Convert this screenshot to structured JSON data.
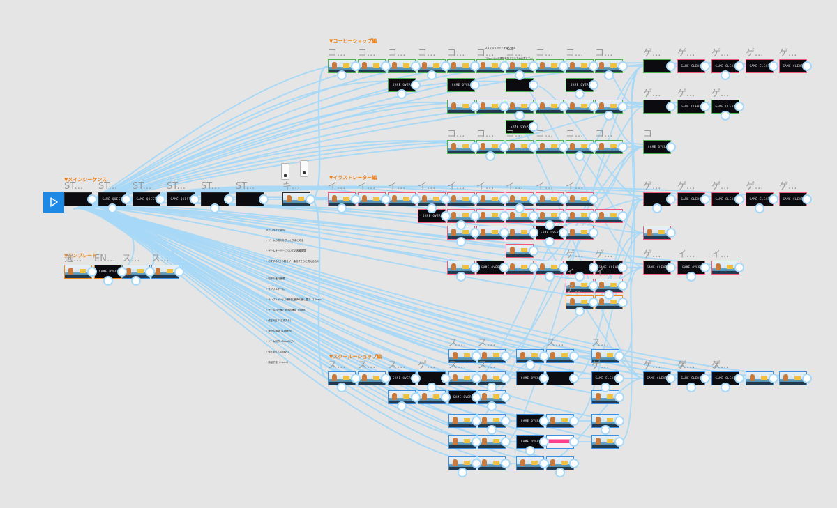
{
  "canvas": {
    "background": "#e5e5e5",
    "accent_wire": "#a7d8f7",
    "label_color": "#f07f10",
    "start_color": "#1e88e5"
  },
  "sections": {
    "coffee": "▼コーヒーショップ編",
    "illustrator": "▼イラストレーター編",
    "school": "▼スクールーショップ編",
    "main": "▼メインシーケンス",
    "template": "▼テンプレート"
  },
  "notes": {
    "top_right": [
      "2コマのスライドを繰り返す",
      "ストーリーの選択を選ぶでまたやり直して～",
      "↓"
    ],
    "middle": [
      "メモ（当社で提供）",
      "・ゲームの流れをざっくりまとめる",
      "・ゲームオーバーについての各種調整",
      "・おすすめ2分の動きが一番良さそうに見えるもの",
      "",
      "・制作の進行管理",
      "・サンプルゲーム",
      "・サンプルゲームの素材と音声の差し替え（10days）",
      "・ゲームの仕様と動きの確認（Fable）",
      "・修正3回（1日あたり）",
      "・最終の調整（10days）",
      "・ゲーム制作（Rosaなど）",
      "・修正3回（10days）",
      "・納品予定（march）"
    ]
  },
  "start": {
    "icon": "play-icon"
  },
  "frames": [
    {
      "title": "ST...",
      "style": "dark",
      "border": "none",
      "go": ""
    },
    {
      "title": "ST...",
      "style": "dark",
      "border": "none",
      "go": "GAME QUEST"
    },
    {
      "title": "ST...",
      "style": "dark",
      "border": "none",
      "go": "GAME QUEST"
    },
    {
      "title": "ST...",
      "style": "dark",
      "border": "none",
      "go": "GAME QUEST"
    },
    {
      "title": "ST...",
      "style": "dark",
      "border": "none",
      "go": ""
    },
    {
      "title": "ST...",
      "style": "dark",
      "border": "none",
      "go": ""
    },
    {
      "title": "キ...",
      "style": "scene",
      "border": "none",
      "go": ""
    },
    {
      "title": "コ...",
      "style": "scene",
      "border": "green",
      "go": ""
    },
    {
      "title": "コ...",
      "style": "scene",
      "border": "green",
      "go": ""
    },
    {
      "title": "コ...",
      "style": "scene",
      "border": "green",
      "go": ""
    },
    {
      "title": "コ...",
      "style": "scene",
      "border": "green",
      "go": ""
    },
    {
      "title": "コ...",
      "style": "scene",
      "border": "green",
      "go": ""
    },
    {
      "title": "コ...",
      "style": "scene",
      "border": "green",
      "go": ""
    },
    {
      "title": "コ...",
      "style": "scene",
      "border": "green",
      "go": ""
    },
    {
      "title": "コ...",
      "style": "scene",
      "border": "green",
      "go": ""
    },
    {
      "title": "コ...",
      "style": "scene",
      "border": "green",
      "go": ""
    },
    {
      "title": "コ...",
      "style": "scene",
      "border": "green",
      "go": ""
    },
    {
      "title": "ゲ...",
      "style": "dark",
      "border": "green",
      "go": ""
    },
    {
      "title": "ゲ...",
      "style": "dark",
      "border": "pink",
      "go": "GAME CLEAR"
    },
    {
      "title": "ゲ...",
      "style": "dark",
      "border": "pink",
      "go": "GAME CLEAR"
    },
    {
      "title": "ゲ...",
      "style": "dark",
      "border": "pink",
      "go": "GAME CLEAR"
    },
    {
      "title": "ゲ...",
      "style": "dark",
      "border": "pink",
      "go": "GAME CLEAR"
    },
    {
      "title": "",
      "style": "dark",
      "border": "green",
      "go": "GAME OVER"
    },
    {
      "title": "",
      "style": "dark",
      "border": "green",
      "go": "GAME OVER"
    },
    {
      "title": "",
      "style": "dark",
      "border": "green",
      "go": ""
    },
    {
      "title": "",
      "style": "dark",
      "border": "green",
      "go": "GAME OVER"
    },
    {
      "title": "",
      "style": "scene",
      "border": "green",
      "go": ""
    },
    {
      "title": "",
      "style": "scene",
      "border": "green",
      "go": ""
    },
    {
      "title": "",
      "style": "scene",
      "border": "green",
      "go": ""
    },
    {
      "title": "",
      "style": "scene",
      "border": "green",
      "go": ""
    },
    {
      "title": "",
      "style": "scene",
      "border": "green",
      "go": ""
    },
    {
      "title": "",
      "style": "scene",
      "border": "green",
      "go": ""
    },
    {
      "title": "ゲ...",
      "style": "dark",
      "border": "green",
      "go": ""
    },
    {
      "title": "ゲ...",
      "style": "dark",
      "border": "green",
      "go": "GAME CLEAR"
    },
    {
      "title": "ゲ...",
      "style": "dark",
      "border": "green",
      "go": "GAME CLEAR"
    },
    {
      "title": "",
      "style": "dark",
      "border": "green",
      "go": "GAME OVER"
    },
    {
      "title": "コ...",
      "style": "scene",
      "border": "green",
      "go": ""
    },
    {
      "title": "コ...",
      "style": "scene",
      "border": "green",
      "go": ""
    },
    {
      "title": "コ...",
      "style": "scene",
      "border": "green",
      "go": ""
    },
    {
      "title": "コ...",
      "style": "scene",
      "border": "green",
      "go": ""
    },
    {
      "title": "コ...",
      "style": "scene",
      "border": "green",
      "go": ""
    },
    {
      "title": "コ...",
      "style": "scene",
      "border": "green",
      "go": ""
    },
    {
      "title": "コ",
      "style": "dark",
      "border": "green",
      "go": "GAME OVER"
    },
    {
      "title": "イ...",
      "style": "scene",
      "border": "pink",
      "go": ""
    },
    {
      "title": "イ...",
      "style": "scene",
      "border": "pink",
      "go": ""
    },
    {
      "title": "イ...",
      "style": "scene",
      "border": "pink",
      "go": ""
    },
    {
      "title": "イ...",
      "style": "scene",
      "border": "pink",
      "go": ""
    },
    {
      "title": "イ...",
      "style": "scene",
      "border": "pink",
      "go": ""
    },
    {
      "title": "イ...",
      "style": "scene",
      "border": "pink",
      "go": ""
    },
    {
      "title": "イ...",
      "style": "scene",
      "border": "pink",
      "go": ""
    },
    {
      "title": "イ...",
      "style": "scene",
      "border": "pink",
      "go": ""
    },
    {
      "title": "イ...",
      "style": "scene",
      "border": "pink",
      "go": ""
    },
    {
      "title": "ゲ...",
      "style": "dark",
      "border": "pink",
      "go": ""
    },
    {
      "title": "ゲ...",
      "style": "dark",
      "border": "pink",
      "go": "GAME CLEAR"
    },
    {
      "title": "ゲ...",
      "style": "dark",
      "border": "pink",
      "go": "GAME CLEAR"
    },
    {
      "title": "ゲ...",
      "style": "dark",
      "border": "pink",
      "go": "GAME CLEAR"
    },
    {
      "title": "ゲ...",
      "style": "dark",
      "border": "pink",
      "go": "GAME CLEAR"
    },
    {
      "title": "",
      "style": "dark",
      "border": "pink",
      "go": "GAME OVER"
    },
    {
      "title": "",
      "style": "scene",
      "border": "pink",
      "go": ""
    },
    {
      "title": "",
      "style": "scene",
      "border": "pink",
      "go": ""
    },
    {
      "title": "",
      "style": "scene",
      "border": "pink",
      "go": ""
    },
    {
      "title": "",
      "style": "scene",
      "border": "pink",
      "go": ""
    },
    {
      "title": "",
      "style": "scene",
      "border": "pink",
      "go": ""
    },
    {
      "title": "",
      "style": "scene",
      "border": "pink",
      "go": ""
    },
    {
      "title": "",
      "style": "scene",
      "border": "pink",
      "go": ""
    },
    {
      "title": "",
      "style": "scene",
      "border": "pink",
      "go": ""
    },
    {
      "title": "",
      "style": "scene",
      "border": "pink",
      "go": ""
    },
    {
      "title": "",
      "style": "dark",
      "border": "pink",
      "go": "GAME OVER"
    },
    {
      "title": "",
      "style": "scene",
      "border": "pink",
      "go": ""
    },
    {
      "title": "",
      "style": "scene",
      "border": "pink",
      "go": ""
    },
    {
      "title": "",
      "style": "scene",
      "border": "pink",
      "go": ""
    },
    {
      "title": "",
      "style": "dark",
      "border": "pink",
      "go": "GAME OVER"
    },
    {
      "title": "",
      "style": "scene",
      "border": "pink",
      "go": ""
    },
    {
      "title": "",
      "style": "scene",
      "border": "pink",
      "go": ""
    },
    {
      "title": "",
      "style": "scene",
      "border": "pink",
      "go": ""
    },
    {
      "title": "",
      "style": "scene",
      "border": "pink",
      "go": ""
    },
    {
      "title": "ゲ...",
      "style": "dark",
      "border": "pink",
      "go": ""
    },
    {
      "title": "ゲ...",
      "style": "dark",
      "border": "pink",
      "go": "GAME CLEAR"
    },
    {
      "title": "ゲ...",
      "style": "dark",
      "border": "pink",
      "go": "GAME CLEAR"
    },
    {
      "title": "イ...",
      "style": "dark",
      "border": "pink",
      "go": "GAME OVER"
    },
    {
      "title": "イ...",
      "style": "scene",
      "border": "pink",
      "go": ""
    },
    {
      "title": "イ...",
      "style": "scene",
      "border": "pink",
      "go": ""
    },
    {
      "title": "イ...",
      "style": "scene",
      "border": "pink",
      "go": ""
    },
    {
      "title": "",
      "style": "scene",
      "border": "pink",
      "go": ""
    },
    {
      "title": "",
      "style": "scene",
      "border": "pink",
      "go": ""
    },
    {
      "title": "テ...",
      "style": "scene",
      "border": "orange",
      "go": ""
    },
    {
      "title": "",
      "style": "scene",
      "border": "orange",
      "go": ""
    },
    {
      "title": "選...",
      "style": "scene",
      "border": "orange",
      "go": ""
    },
    {
      "title": "EN...",
      "style": "dark",
      "border": "orange",
      "go": "GAME OVER"
    },
    {
      "title": "",
      "style": "scene",
      "border": "orange",
      "go": ""
    },
    {
      "title": "ス...",
      "style": "scene",
      "border": "blue",
      "go": ""
    },
    {
      "title": "ス...",
      "style": "scene",
      "border": "blue",
      "go": ""
    },
    {
      "title": "ス...",
      "style": "scene",
      "border": "blue",
      "go": ""
    },
    {
      "title": "ス...",
      "style": "scene",
      "border": "blue",
      "go": ""
    },
    {
      "title": "",
      "style": "scene",
      "border": "blue",
      "go": ""
    },
    {
      "title": "ス...",
      "style": "scene",
      "border": "blue",
      "go": ""
    },
    {
      "title": "ス...",
      "style": "scene",
      "border": "blue",
      "go": ""
    },
    {
      "title": "ス...",
      "style": "scene",
      "border": "blue",
      "go": ""
    },
    {
      "title": "ス...",
      "style": "scene",
      "border": "blue",
      "go": ""
    },
    {
      "title": "ス...",
      "style": "dark",
      "border": "blue",
      "go": "GAME OVER"
    },
    {
      "title": "ゲ...",
      "style": "dark",
      "border": "blue",
      "go": ""
    },
    {
      "title": "ゲ...",
      "style": "dark",
      "border": "blue",
      "go": "GAME CLEAR"
    },
    {
      "title": "ゲ...",
      "style": "dark",
      "border": "blue",
      "go": "GAME CLEAR"
    },
    {
      "title": "ス...",
      "style": "scene",
      "border": "blue",
      "go": ""
    },
    {
      "title": "ス...",
      "style": "scene",
      "border": "blue",
      "go": ""
    },
    {
      "title": "ス...",
      "style": "scene",
      "border": "blue",
      "go": ""
    },
    {
      "title": "ス...",
      "style": "scene",
      "border": "blue",
      "go": ""
    },
    {
      "title": "",
      "style": "dark",
      "border": "blue",
      "go": "GAME OVER"
    },
    {
      "title": "",
      "style": "dark",
      "border": "blue",
      "go": ""
    },
    {
      "title": "",
      "style": "dark",
      "border": "blue",
      "go": "GAME CLEAR"
    },
    {
      "title": "",
      "style": "dark",
      "border": "blue",
      "go": "GAME CLEAR"
    },
    {
      "title": "ゲ...",
      "style": "dark",
      "border": "blue",
      "go": "GAME CLEAR"
    },
    {
      "title": "ゲ...",
      "style": "dark",
      "border": "blue",
      "go": "GAME CLEAR"
    },
    {
      "title": "",
      "style": "scene",
      "border": "blue",
      "go": ""
    },
    {
      "title": "",
      "style": "scene",
      "border": "blue",
      "go": ""
    },
    {
      "title": "",
      "style": "scene",
      "border": "blue",
      "go": ""
    },
    {
      "title": "",
      "style": "scene",
      "border": "blue",
      "go": ""
    },
    {
      "title": "",
      "style": "dark",
      "border": "blue",
      "go": "GAME OVER"
    },
    {
      "title": "",
      "style": "scene",
      "border": "blue",
      "go": ""
    },
    {
      "title": "",
      "style": "scene",
      "border": "blue",
      "go": ""
    },
    {
      "title": "",
      "style": "scene",
      "border": "blue",
      "go": ""
    },
    {
      "title": "",
      "style": "scene",
      "border": "blue",
      "go": ""
    },
    {
      "title": "",
      "style": "dark",
      "border": "blue",
      "go": "GAME OVER"
    },
    {
      "title": "",
      "style": "scene",
      "border": "blue",
      "go": ""
    },
    {
      "title": "",
      "style": "scene",
      "border": "blue",
      "go": ""
    },
    {
      "title": "",
      "style": "scene",
      "border": "blue",
      "go": ""
    },
    {
      "title": "",
      "style": "scene",
      "border": "blue",
      "go": ""
    },
    {
      "title": "",
      "style": "dark",
      "border": "blue",
      "go": "GAME OVER"
    },
    {
      "title": "",
      "style": "pink",
      "border": "blue",
      "go": ""
    },
    {
      "title": "",
      "style": "scene",
      "border": "blue",
      "go": ""
    },
    {
      "title": "",
      "style": "scene",
      "border": "blue",
      "go": ""
    },
    {
      "title": "",
      "style": "scene",
      "border": "blue",
      "go": ""
    },
    {
      "title": "",
      "style": "scene",
      "border": "blue",
      "go": ""
    },
    {
      "title": "",
      "style": "scene",
      "border": "blue",
      "go": ""
    }
  ]
}
